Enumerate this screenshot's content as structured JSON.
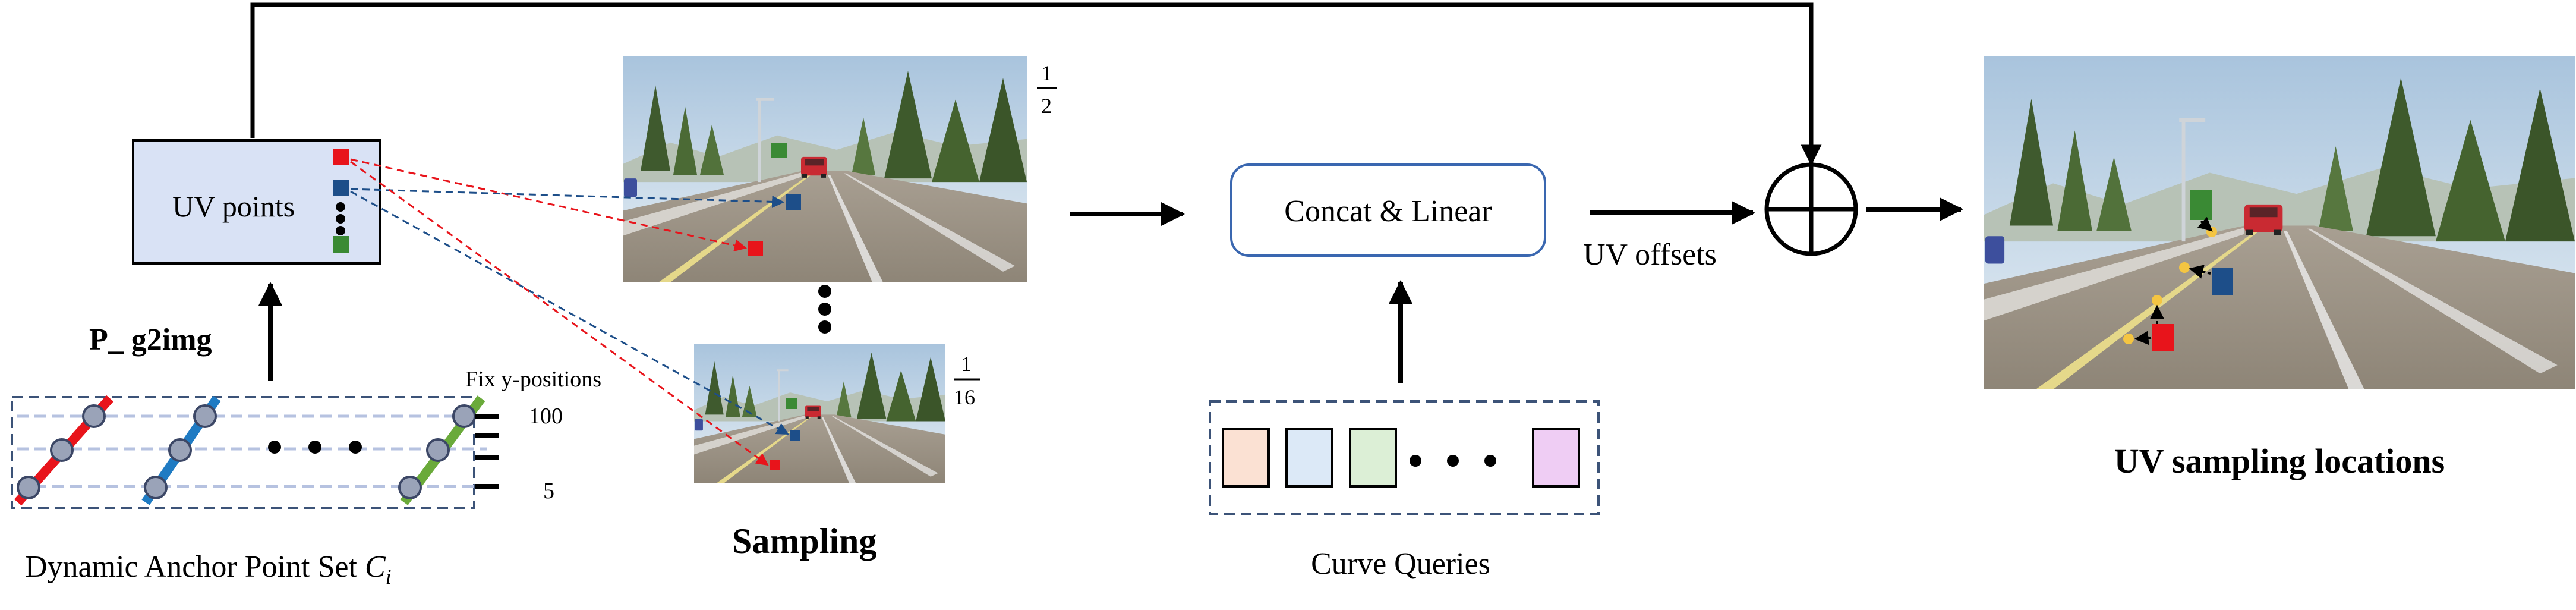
{
  "uv_points_box": {
    "label": "UV points"
  },
  "projection_label": "P_ g2img",
  "anchor_set": {
    "fix_label": "Fix y-positions",
    "top_value": "100",
    "bottom_value": "5",
    "caption_prefix": "Dynamic Anchor Point Set ",
    "caption_var": "C",
    "caption_sub": "i"
  },
  "feature_maps": {
    "large_scale_num": "1",
    "large_scale_den": "2",
    "small_scale_num": "1",
    "small_scale_den": "16",
    "caption": "Sampling"
  },
  "concat_box": {
    "label": "Concat & Linear"
  },
  "queries": {
    "caption": "Curve Queries"
  },
  "offsets_label": "UV offsets",
  "output": {
    "caption": "UV sampling locations"
  },
  "colors": {
    "red": "#e8141b",
    "blue": "#1d4e89",
    "green": "#3a8a34",
    "lane_green": "#6aaa3a",
    "uv_box_fill": "#d9e2f5",
    "dashed_border": "#3c5378",
    "concat_border": "#3a67b0",
    "query_colors": [
      "#fbe1d3",
      "#dce9f7",
      "#dcefd6",
      "#efcdf4"
    ]
  }
}
